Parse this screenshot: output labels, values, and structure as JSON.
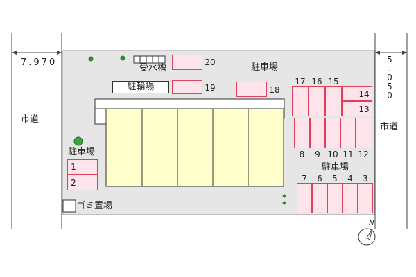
{
  "dimensions": {
    "west_width": "7.970",
    "east_width": "5.050"
  },
  "roads": {
    "west": "市道",
    "east": "市道"
  },
  "facilities": {
    "water_tank": "受水槽",
    "bicycle_parking": "駐輪場",
    "garbage": "ゴミ置場"
  },
  "parking_labels": {
    "north": "駐車場",
    "west": "駐車場",
    "east": "駐車場"
  },
  "spaces": {
    "s1": "1",
    "s2": "2",
    "s3": "3",
    "s4": "4",
    "s5": "5",
    "s6": "6",
    "s7": "7",
    "s8": "8",
    "s9": "9",
    "s10": "10",
    "s11": "11",
    "s12": "12",
    "s13": "13",
    "s14": "14",
    "s15": "15",
    "s16": "16",
    "s17": "17",
    "s18": "18",
    "s19": "19",
    "s20": "20"
  },
  "compass": {
    "north": "N"
  },
  "colors": {
    "lot": "#e6e6e6",
    "building": "#ffffcc",
    "parking_fill": "#fde3ea",
    "parking_border": "#e0405a",
    "tree": "#2e8b2e"
  }
}
